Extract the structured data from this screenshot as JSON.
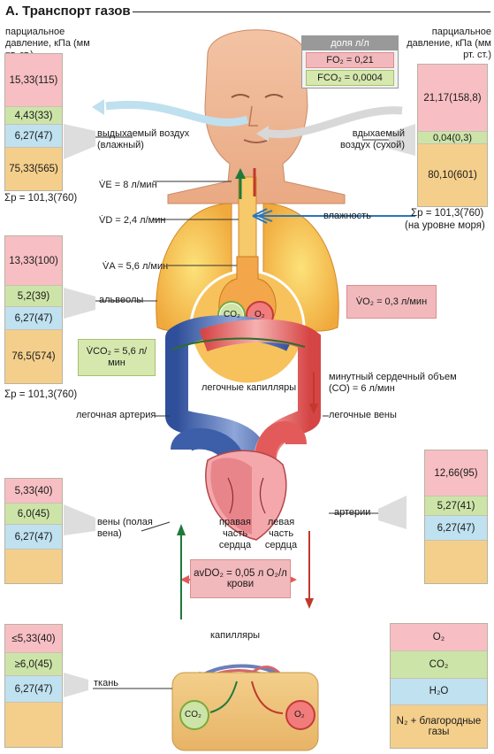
{
  "header": {
    "title": "А. Транспорт газов"
  },
  "left_top": {
    "caption": "парциальное давление, кПа (мм рт. ст.)",
    "rows": [
      "15,33(115)",
      "4,43(33)",
      "6,27(47)",
      "75,33(565)"
    ],
    "sum": "Σp = 101,3(760)"
  },
  "right_top": {
    "caption": "парциальное давление, кПа (мм рт. ст.)",
    "rows": [
      "21,17(158,8)",
      "0,04(0,3)",
      "80,10(601)"
    ],
    "sum": "Σp = 101,3(760)",
    "sum_note": "(на уровне моря)"
  },
  "fraction_box": {
    "title": "доля л/л",
    "fo2": "FO₂ = 0,21",
    "fco2": "FCO₂ = 0,0004"
  },
  "labels": {
    "exhaled": "выдыхаемый воздух (влажный)",
    "inhaled": "вдыхаемый воздух (сухой)",
    "ve": "V̇E = 8 л/мин",
    "vd": "V̇D = 2,4 л/мин",
    "humidity": "влажность",
    "va": "V̇A = 5,6 л/мин",
    "alveoli": "альвеолы",
    "vo2": "V̇O₂ = 0,3 л/мин",
    "vco2": "V̇CO₂ = 5,6 л/мин",
    "pulm_capillaries": "легочные капилляры",
    "cardiac_output": "минутный сердечный объем (CO) = 6 л/мин",
    "pulm_artery": "легочная артерия",
    "pulm_veins": "легочные вены",
    "veins": "вены (полая вена)",
    "arteries": "артерии",
    "right_heart": "правая часть сердца",
    "left_heart": "левая часть сердца",
    "avdo2": "avDO₂ = 0,05 л O₂/л крови",
    "capillaries": "капилляры",
    "tissue": "ткань",
    "co2": "CO₂",
    "o2": "O₂"
  },
  "left_alv": {
    "rows": [
      "13,33(100)",
      "5,2(39)",
      "6,27(47)",
      "76,5(574)"
    ],
    "sum": "Σp = 101,3(760)"
  },
  "left_vein": {
    "rows": [
      "5,33(40)",
      "6,0(45)",
      "6,27(47)",
      ""
    ]
  },
  "right_art": {
    "rows": [
      "12,66(95)",
      "5,27(41)",
      "6,27(47)",
      ""
    ]
  },
  "left_tissue": {
    "rows": [
      "≤5,33(40)",
      "≥6,0(45)",
      "6,27(47)",
      ""
    ]
  },
  "legend": {
    "items": [
      "O₂",
      "CO₂",
      "H₂O",
      "N₂ + благородные газы"
    ]
  },
  "colors": {
    "o2": "#f7bfc3",
    "co2": "#cde4a8",
    "h2o": "#bfe1f0",
    "n2": "#f4cf8c",
    "venous": "#3d5ea8",
    "arterial": "#e35a5a"
  }
}
